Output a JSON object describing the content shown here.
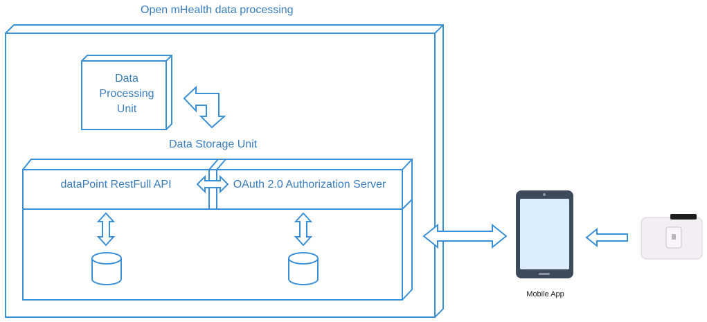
{
  "diagram": {
    "title": "Open mHealth data processing",
    "processing_unit_label": "Data\nProcessing\nUnit",
    "storage_unit_label": "Data Storage Unit",
    "api_label": "dataPoint RestFull API",
    "auth_label": "OAuth 2.0 Authorization Server",
    "mobile_label": "Mobile App"
  },
  "colors": {
    "stroke": "#3a8fd6",
    "text": "#3a7dbd",
    "phone_body": "#3c4a5c",
    "phone_screen": "#dceefb",
    "device_body": "#f3eef3"
  }
}
